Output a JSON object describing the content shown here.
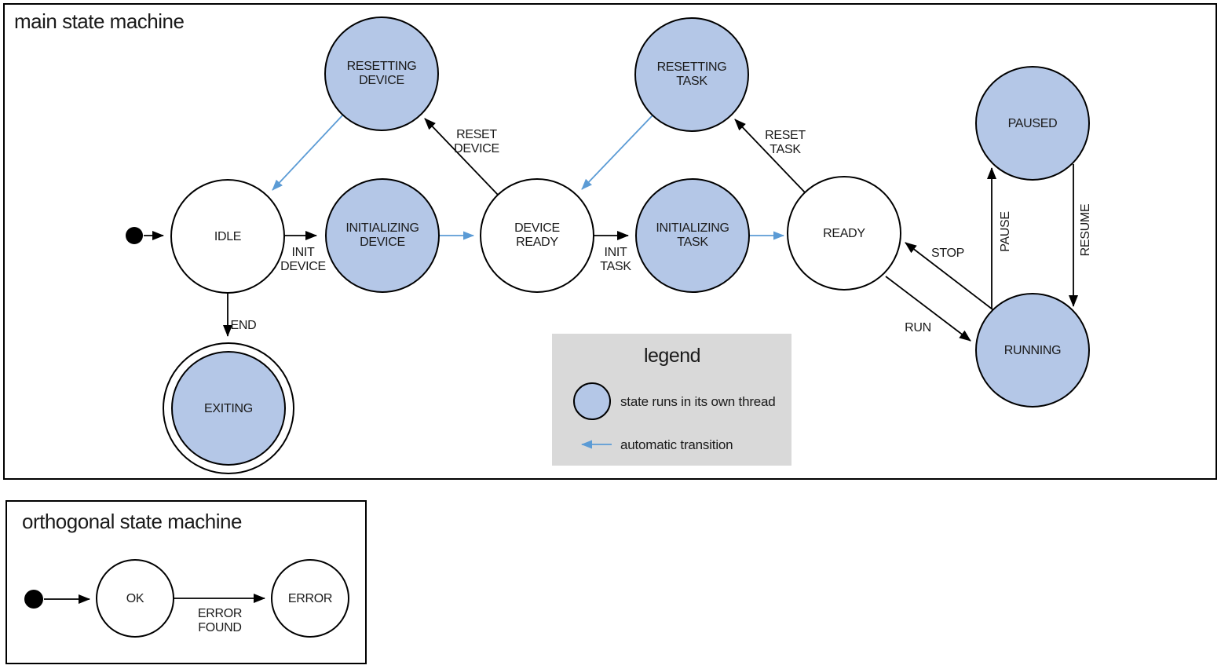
{
  "colors": {
    "threaded_state_fill": "#b4c7e7",
    "automatic_transition_blue": "#5b9bd5",
    "legend_background": "#d9d9d9",
    "state_outline": "#000000",
    "text": "#1a1a1a"
  },
  "main_machine": {
    "title": "main state machine",
    "states": {
      "idle": {
        "label": "IDLE"
      },
      "resetting_device": {
        "line1": "RESETTING",
        "line2": "DEVICE"
      },
      "initializing_device": {
        "line1": "INITIALIZING",
        "line2": "DEVICE"
      },
      "device_ready": {
        "line1": "DEVICE",
        "line2": "READY"
      },
      "resetting_task": {
        "line1": "RESETTING",
        "line2": "TASK"
      },
      "initializing_task": {
        "line1": "INITIALIZING",
        "line2": "TASK"
      },
      "ready": {
        "label": "READY"
      },
      "paused": {
        "label": "PAUSED"
      },
      "running": {
        "label": "RUNNING"
      },
      "exiting": {
        "label": "EXITING"
      }
    },
    "transitions": {
      "init_device": {
        "line1": "INIT",
        "line2": "DEVICE"
      },
      "init_task": {
        "line1": "INIT",
        "line2": "TASK"
      },
      "reset_device": {
        "line1": "RESET",
        "line2": "DEVICE"
      },
      "reset_task": {
        "line1": "RESET",
        "line2": "TASK"
      },
      "end": {
        "label": "END"
      },
      "stop": {
        "label": "STOP"
      },
      "run": {
        "label": "RUN"
      },
      "pause": {
        "label": "PAUSE"
      },
      "resume": {
        "label": "RESUME"
      }
    }
  },
  "legend": {
    "title": "legend",
    "items": [
      {
        "label": "state runs in its own thread"
      },
      {
        "label": "automatic transition"
      }
    ]
  },
  "orthogonal_machine": {
    "title": "orthogonal state machine",
    "states": {
      "ok": {
        "label": "OK"
      },
      "error": {
        "label": "ERROR"
      }
    },
    "transitions": {
      "error_found": {
        "line1": "ERROR",
        "line2": "FOUND"
      }
    }
  }
}
